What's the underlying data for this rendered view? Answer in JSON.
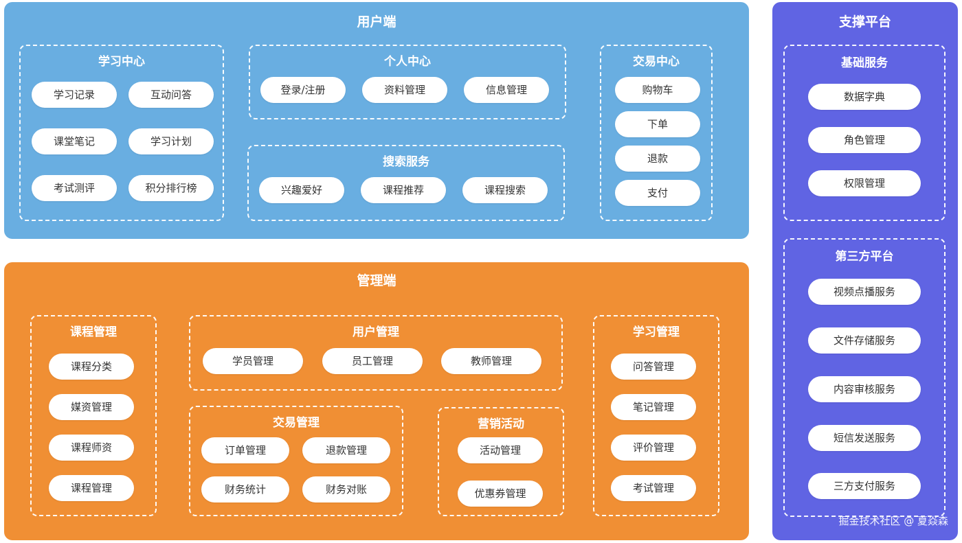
{
  "colors": {
    "user_panel": "#69aee1",
    "admin_panel": "#f08f34",
    "support_panel": "#6064e3",
    "pill_bg": "#ffffff",
    "pill_text": "#333333"
  },
  "user": {
    "title": "用户端",
    "learning": {
      "title": "学习中心",
      "items": [
        "学习记录",
        "互动问答",
        "课堂笔记",
        "学习计划",
        "考试测评",
        "积分排行榜"
      ]
    },
    "personal": {
      "title": "个人中心",
      "items": [
        "登录/注册",
        "资料管理",
        "信息管理"
      ]
    },
    "search": {
      "title": "搜索服务",
      "items": [
        "兴趣爱好",
        "课程推荐",
        "课程搜索"
      ]
    },
    "trade": {
      "title": "交易中心",
      "items": [
        "购物车",
        "下单",
        "退款",
        "支付"
      ]
    }
  },
  "admin": {
    "title": "管理端",
    "course": {
      "title": "课程管理",
      "items": [
        "课程分类",
        "媒资管理",
        "课程师资",
        "课程管理"
      ]
    },
    "usermgmt": {
      "title": "用户管理",
      "items": [
        "学员管理",
        "员工管理",
        "教师管理"
      ]
    },
    "trade": {
      "title": "交易管理",
      "items": [
        "订单管理",
        "退款管理",
        "财务统计",
        "财务对账"
      ]
    },
    "marketing": {
      "title": "营销活动",
      "items": [
        "活动管理",
        "优惠券管理"
      ]
    },
    "study": {
      "title": "学习管理",
      "items": [
        "问答管理",
        "笔记管理",
        "评价管理",
        "考试管理"
      ]
    }
  },
  "support": {
    "title": "支撑平台",
    "basic": {
      "title": "基础服务",
      "items": [
        "数据字典",
        "角色管理",
        "权限管理"
      ]
    },
    "third": {
      "title": "第三方平台",
      "items": [
        "视频点播服务",
        "文件存储服务",
        "内容审核服务",
        "短信发送服务",
        "三方支付服务"
      ]
    }
  },
  "watermark": "掘金技术社区 @ 夏焱森"
}
